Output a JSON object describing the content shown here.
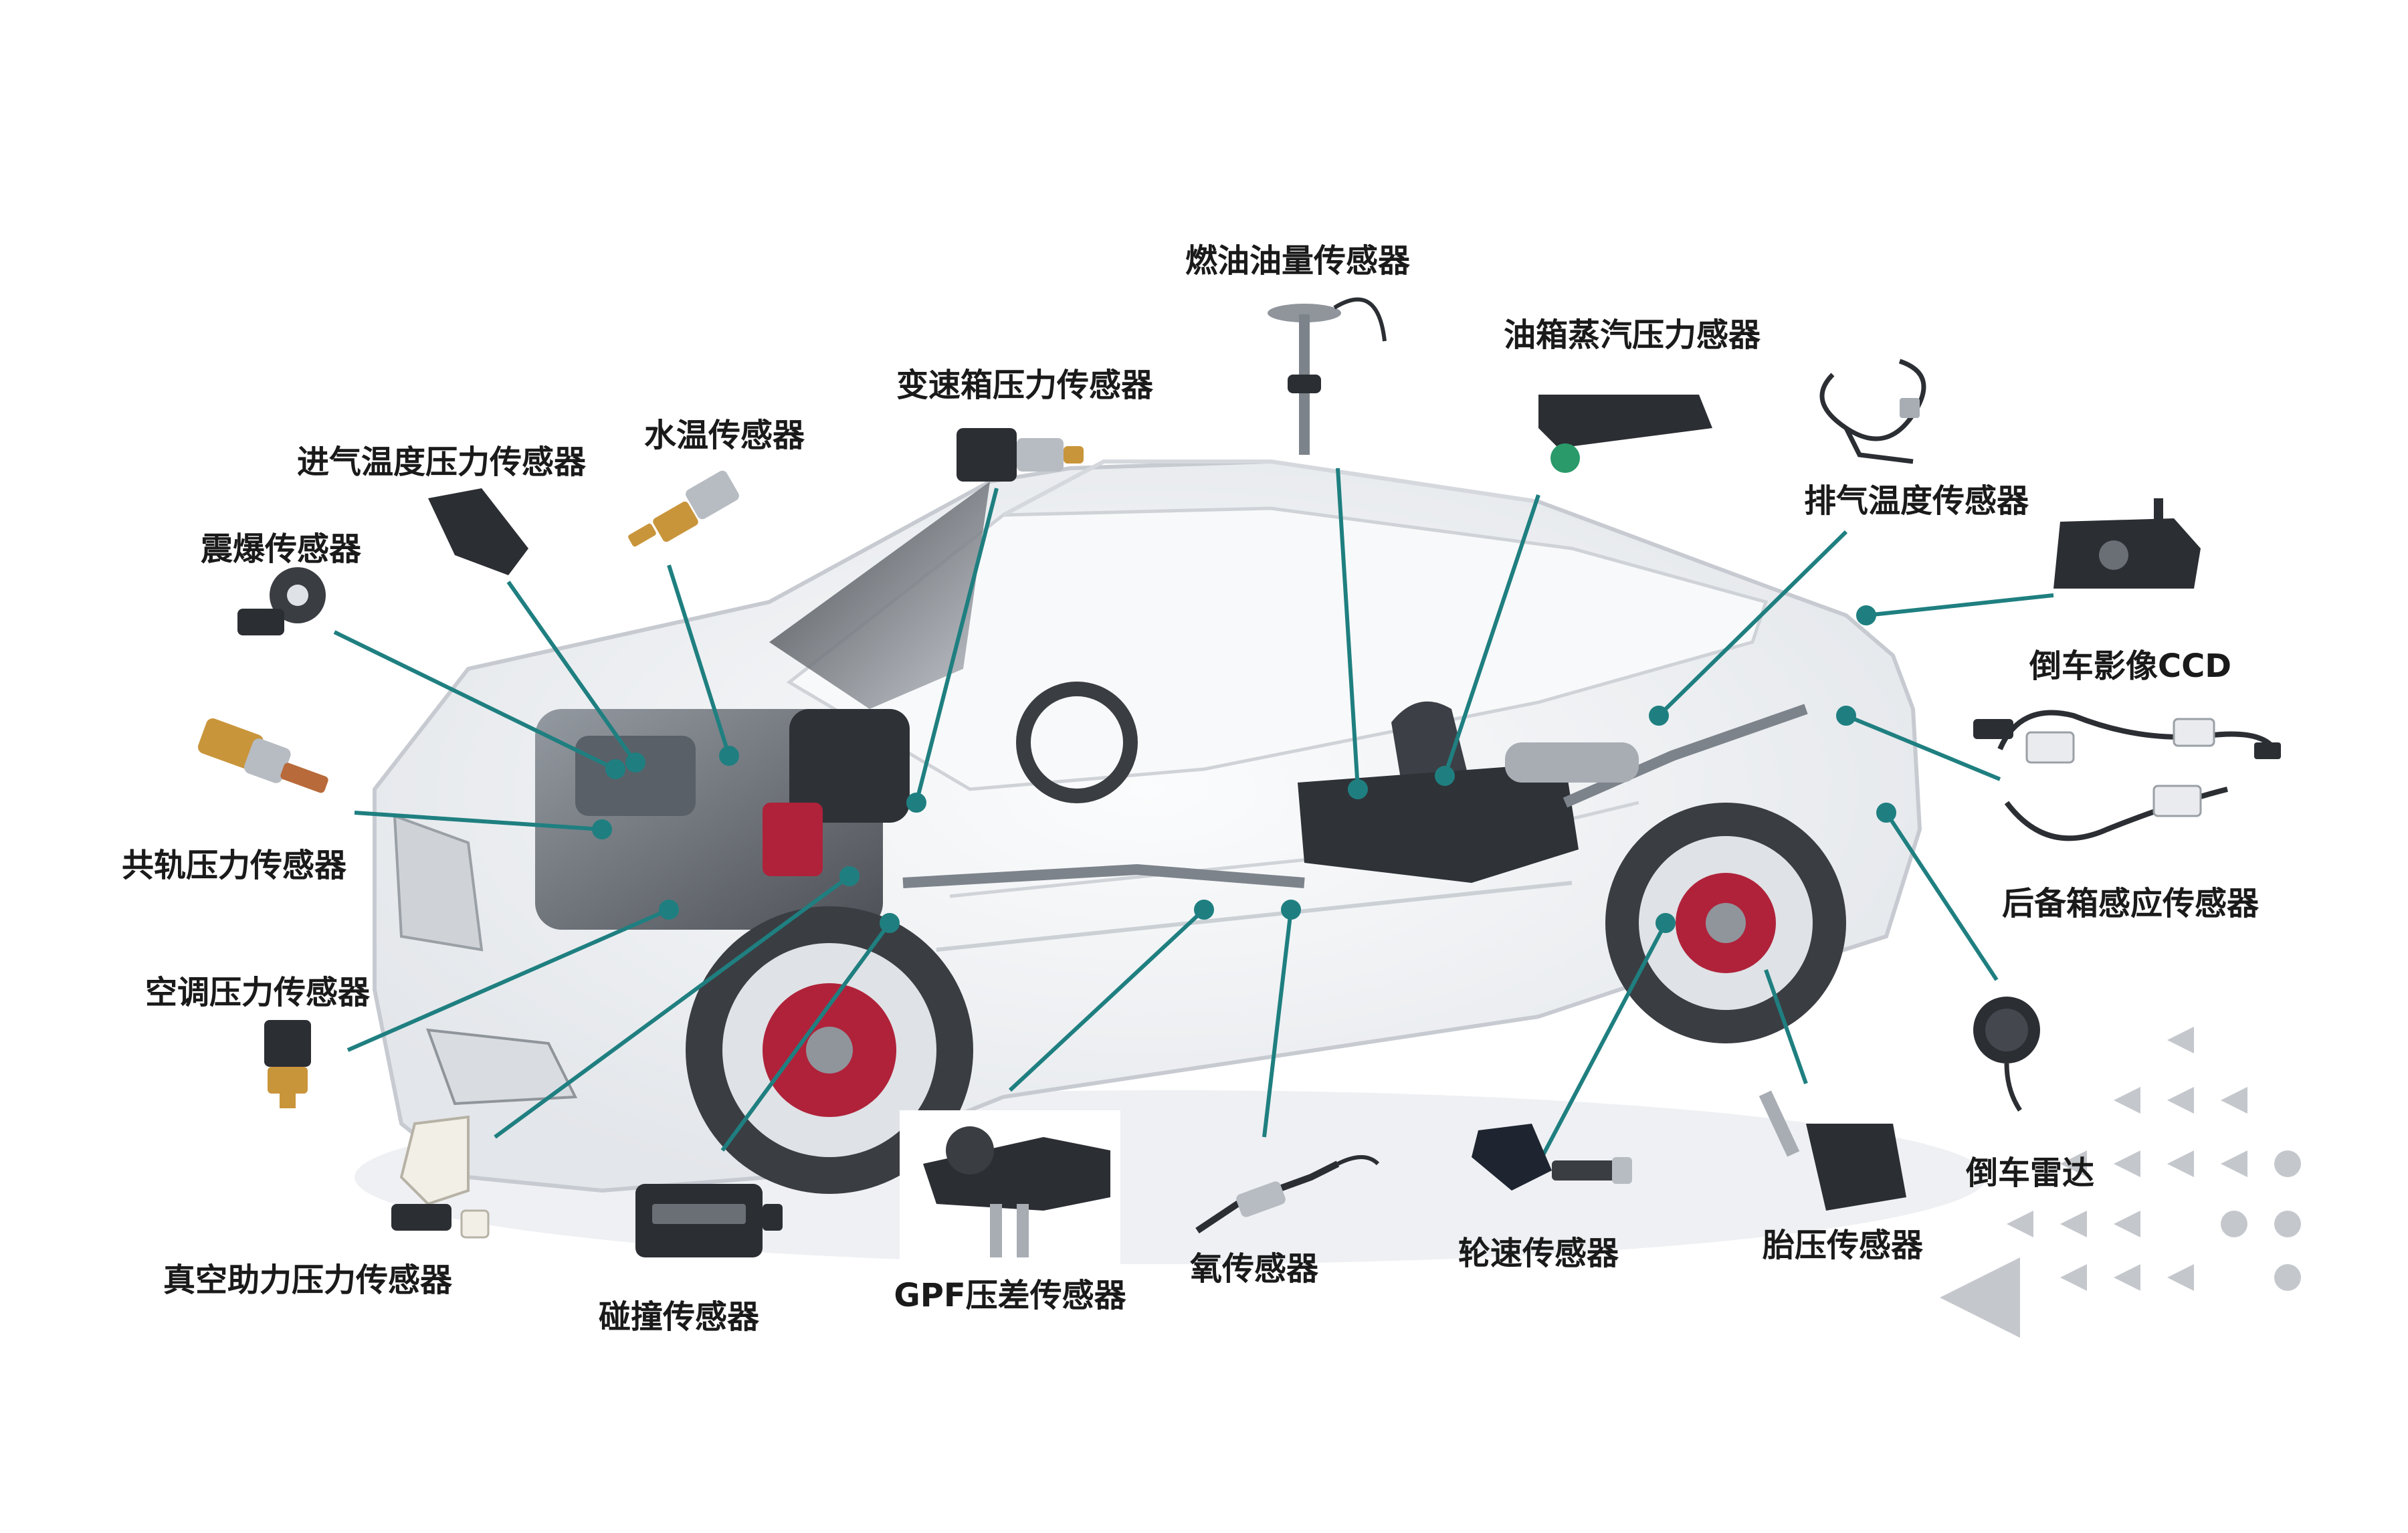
{
  "colors": {
    "leader": "#1f7f80",
    "sensor_dark": "#2b2e33",
    "brass": "#c9953b",
    "car_body": "#f2f4f6",
    "car_outline": "#c7cbd1",
    "tire": "#3a3d42",
    "brake": "#b0223a"
  },
  "labels": {
    "fuel_level": "燃油油量传感器",
    "evap_pressure": "油箱蒸汽压力感器",
    "gearbox_pressure": "变速箱压力传感器",
    "water_temp": "水温传感器",
    "intake_temp_pressure": "进气温度压力传感器",
    "knock": "震爆传感器",
    "common_rail": "共轨压力传感器",
    "ac_pressure": "空调压力传感器",
    "vacuum_boost": "真空助力压力传感器",
    "collision": "碰撞传感器",
    "gpf_diff": "GPF压差传感器",
    "oxygen": "氧传感器",
    "wheel_speed": "轮速传感器",
    "tire_pressure": "胎压传感器",
    "exhaust_temp": "排气温度传感器",
    "reverse_camera": "倒车影像CCD",
    "trunk_sensor": "后备箱感应传感器",
    "reverse_radar": "倒车雷达"
  },
  "icons": [
    "fuel-level-sensor-icon",
    "evap-sensor-icon",
    "gearbox-sensor-icon",
    "water-temp-sensor-icon",
    "intake-sensor-icon",
    "knock-sensor-icon",
    "common-rail-sensor-icon",
    "ac-sensor-icon",
    "vacuum-sensor-icon",
    "collision-sensor-icon",
    "gpf-sensor-icon",
    "oxygen-sensor-icon",
    "wheel-speed-sensor-icon",
    "tire-pressure-sensor-icon",
    "exhaust-temp-sensor-icon",
    "reverse-camera-icon",
    "trunk-sensor-icon",
    "reverse-radar-icon"
  ]
}
